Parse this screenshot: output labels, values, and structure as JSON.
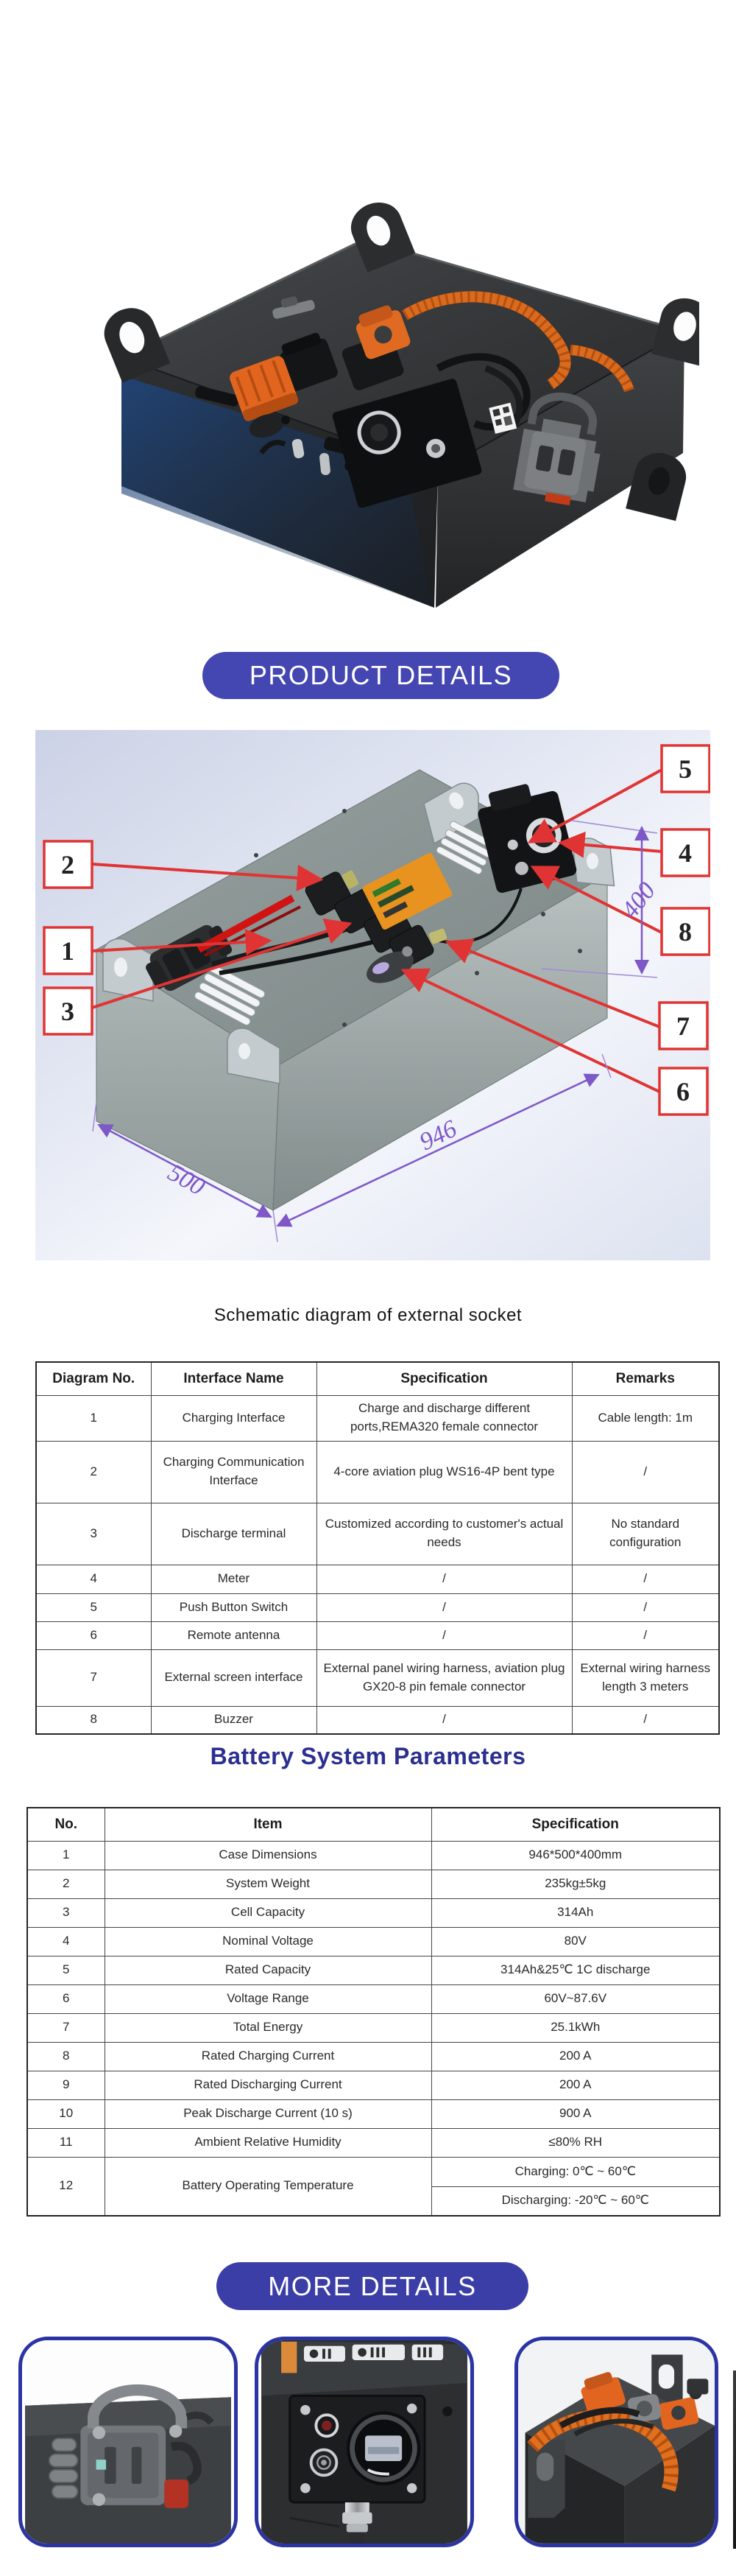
{
  "accent_blue": "#4446b1",
  "heading_blue": "#2b2f90",
  "callout_red": "#e03434",
  "dimension_purple": "#7e57c9",
  "hero": {
    "description": "battery pack product photo"
  },
  "buttons": {
    "product_details": "PRODUCT DETAILS",
    "more_details": "MORE DETAILS"
  },
  "schematic": {
    "caption": "Schematic diagram of external socket",
    "callouts": [
      "1",
      "2",
      "3",
      "4",
      "5",
      "6",
      "7",
      "8"
    ],
    "dimensions": {
      "length": "946",
      "width": "500",
      "height": "400"
    }
  },
  "socket_table": {
    "headers": [
      "Diagram No.",
      "Interface Name",
      "Specification",
      "Remarks"
    ],
    "rows": [
      [
        "1",
        "Charging Interface",
        "Charge and discharge different ports,REMA320 female connector",
        "Cable length: 1m"
      ],
      [
        "2",
        "Charging Communication Interface",
        "4-core aviation plug WS16-4P bent type",
        "/"
      ],
      [
        "3",
        "Discharge terminal",
        "Customized according to customer's actual needs",
        "No standard configuration"
      ],
      [
        "4",
        "Meter",
        "/",
        "/"
      ],
      [
        "5",
        "Push Button Switch",
        "/",
        "/"
      ],
      [
        "6",
        "Remote antenna",
        "/",
        "/"
      ],
      [
        "7",
        "External screen interface",
        "External panel wiring harness, aviation plug GX20-8 pin female connector",
        "External wiring harness length 3 meters"
      ],
      [
        "8",
        "Buzzer",
        "/",
        "/"
      ]
    ]
  },
  "params_table": {
    "title": "Battery System Parameters",
    "headers": [
      "No.",
      "Item",
      "Specification"
    ],
    "rows": [
      [
        "1",
        "Case Dimensions",
        "946*500*400mm"
      ],
      [
        "2",
        "System Weight",
        "235kg±5kg"
      ],
      [
        "3",
        "Cell Capacity",
        "314Ah"
      ],
      [
        "4",
        "Nominal Voltage",
        "80V"
      ],
      [
        "5",
        "Rated Capacity",
        "314Ah&25℃ 1C discharge"
      ],
      [
        "6",
        "Voltage Range",
        "60V~87.6V"
      ],
      [
        "7",
        "Total Energy",
        "25.1kWh"
      ],
      [
        "8",
        "Rated Charging Current",
        "200 A"
      ],
      [
        "9",
        "Rated Discharging Current",
        "200 A"
      ],
      [
        "10",
        "Peak Discharge Current (10 s)",
        "900 A"
      ],
      [
        "11",
        "Ambient Relative Humidity",
        "≤80% RH"
      ]
    ],
    "row12": {
      "no": "12",
      "item": "Battery Operating Temperature",
      "charging": "Charging: 0℃ ~ 60℃",
      "discharging": "Discharging: -20℃ ~ 60℃"
    }
  }
}
